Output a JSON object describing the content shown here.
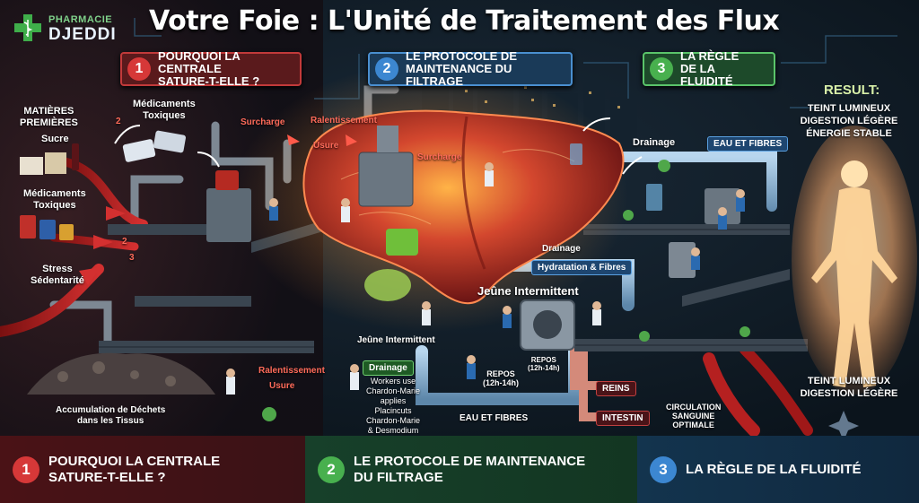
{
  "brand": {
    "line1": "PHARMACIE",
    "line2": "DJEDDI"
  },
  "title": "Votre Foie : L'Unité de Traitement des Flux",
  "sections": [
    {
      "num": "1",
      "line1": "POURQUOI LA CENTRALE",
      "line2": "SATURE-T-ELLE ?"
    },
    {
      "num": "2",
      "line1": "LE PROTOCOLE DE",
      "line2": "MAINTENANCE DU FILTRAGE"
    },
    {
      "num": "3",
      "line1": "LA RÈGLE",
      "line2": "DE LA FLUIDITÉ"
    }
  ],
  "inputs": {
    "matieres1": "MATIÈRES",
    "matieres2": "PREMIÈRES",
    "sucre": "Sucre",
    "medic1": "Médicaments",
    "medic2": "Toxiques",
    "stress": "Stress",
    "sedent": "Sédentarité",
    "medtop1": "Médicaments",
    "medtop2": "Toxiques"
  },
  "labels": {
    "surcharge": "Surcharge",
    "ralentissement": "Ralentissement",
    "usure": "Usure",
    "surcharge2": "Surcharge",
    "ralentissement2": "Ralentissement",
    "usure2": "Usure",
    "accum1": "Accumulation de Déchets",
    "accum2": "dans les Tissus",
    "drainage_top": "Drainage",
    "eau_fibres_top": "EAU ET FIBRES",
    "drainage_mid": "Drainage",
    "hydratation": "Hydratation & Fibres",
    "jeune1": "Jeûne Intermittent",
    "jeune2": "Jeûne Intermittent",
    "drainage_box": "Drainage",
    "drainage_text1": "Workers use",
    "drainage_text2": "Chardon-Marie",
    "drainage_text3": "applies",
    "drainage_text4": "Placincuts",
    "drainage_text5": "Chardon-Marie",
    "drainage_text6": "& Desmodium",
    "repos1a": "REPOS",
    "repos1b": "(12h-14h)",
    "repos2a": "REPOS",
    "repos2b": "(12h-14h)",
    "eau_fibres_bottom": "EAU ET FIBRES",
    "reins": "REINS",
    "intestin": "INTESTIN",
    "circ1": "CIRCULATION",
    "circ2": "SANGUINE",
    "circ3": "OPTIMALE",
    "n2": "2",
    "n3": "3",
    "n2b": "2"
  },
  "result": {
    "title": "RESULT:",
    "top": [
      "TEINT LUMINEUX",
      "DIGESTION LÉGÈRE",
      "ÉNERGIE STABLE"
    ],
    "bottom": [
      "TEINT LUMINEUX",
      "DIGESTION LÉGÈRE"
    ]
  },
  "footer": [
    {
      "num": "1",
      "line1": "POURQUOI LA CENTRALE",
      "line2": "SATURE-T-ELLE ?"
    },
    {
      "num": "2",
      "line1": "LE PROTOCOLE DE MAINTENANCE",
      "line2": "DU FILTRAGE"
    },
    {
      "num": "3",
      "line1": "LA RÈGLE DE LA FLUIDITÉ",
      "line2": ""
    }
  ],
  "colors": {
    "section1": "#d63838",
    "section2": "#3c87d1",
    "section3": "#48b04e",
    "liver": "#c0392b",
    "body_glow": "#ffb070"
  }
}
